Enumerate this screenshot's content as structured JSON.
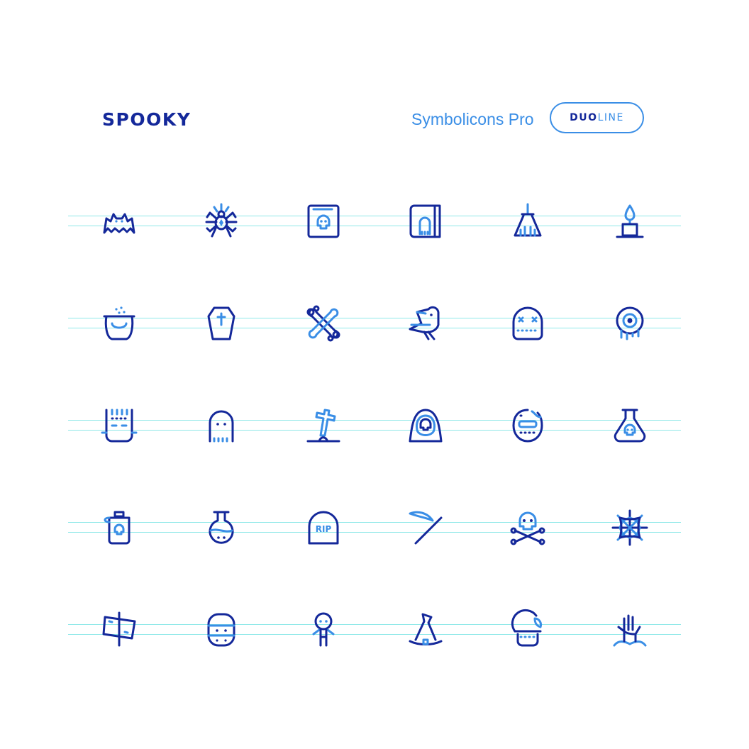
{
  "header": {
    "title": "SPOOKY",
    "brand": "Symbolicons Pro",
    "badge_part1": "DUO",
    "badge_part2": "LINE"
  },
  "colors": {
    "dark": "#14289a",
    "light": "#3a8ee6",
    "guide": "#8fe8e8",
    "background": "#ffffff"
  },
  "icons": [
    "bat-icon",
    "spider-icon",
    "skull-book-icon",
    "ghost-book-icon",
    "witch-broom-icon",
    "candle-icon",
    "cauldron-icon",
    "coffin-icon",
    "bone-icon",
    "crow-icon",
    "voodoo-doll-icon",
    "eyeball-icon",
    "frankenstein-icon",
    "ghost-icon",
    "grave-cross-icon",
    "grim-reaper-icon",
    "hockey-mask-icon",
    "poison-flask-icon",
    "poison-bottle-icon",
    "potion-icon",
    "rip-tombstone-icon",
    "scythe-icon",
    "skull-crossbones-icon",
    "spider-web-icon",
    "wooden-sign-icon",
    "mummy-icon",
    "voodoo-pin-icon",
    "witch-hat-icon",
    "zombie-head-icon",
    "zombie-hand-icon"
  ],
  "labels": {
    "rip": "RIP"
  }
}
